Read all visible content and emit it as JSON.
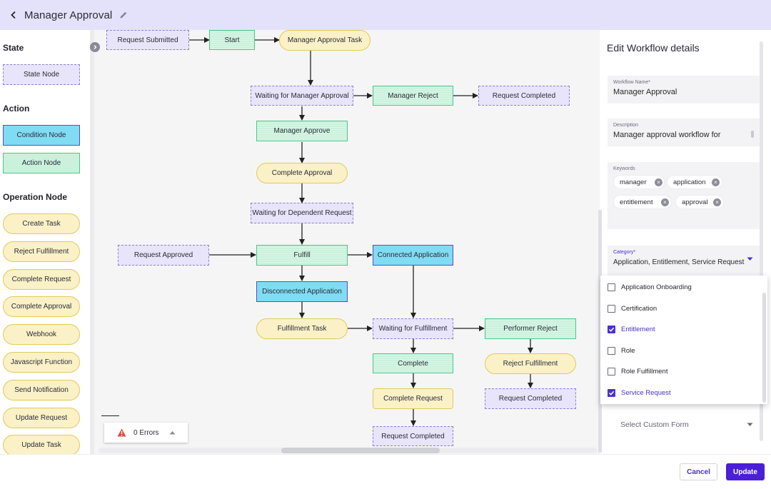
{
  "header": {
    "title": "Manager Approval"
  },
  "palette": {
    "state_title": "State",
    "state_node": "State Node",
    "action_title": "Action",
    "condition_node": "Condition Node",
    "action_node": "Action Node",
    "operation_title": "Operation Node",
    "operations": [
      "Create Task",
      "Reject Fulfillment",
      "Complete Request",
      "Complete Approval",
      "Webhook",
      "Javascript Function",
      "Send Notification",
      "Update Request",
      "Update Task"
    ]
  },
  "nodes": {
    "request_submitted": "Request Submitted",
    "start": "Start",
    "manager_approval_task": "Manager Approval Task",
    "waiting_manager_approval": "Waiting for Manager Approval",
    "manager_reject": "Manager Reject",
    "request_completed_1": "Request Completed",
    "manager_approve": "Manager Approve",
    "complete_approval": "Complete Approval",
    "waiting_dependent": "Waiting for Dependent Request",
    "request_approved": "Request Approved",
    "fulfill": "Fulfill",
    "connected_application": "Connected Application",
    "disconnected_application": "Disconnected Application",
    "fulfillment_task": "Fulfillment Task",
    "waiting_fulfillment": "Waiting for Fulfillment",
    "performer_reject": "Performer Reject",
    "complete": "Complete",
    "reject_fulfillment": "Reject Fulfillment",
    "complete_request": "Complete Request",
    "request_completed_2": "Request Completed",
    "request_completed_3": "Request Completed"
  },
  "errors": {
    "label": "0 Errors"
  },
  "details": {
    "title": "Edit Workflow details",
    "name_label": "Workflow Name*",
    "name_value": "Manager Approval",
    "desc_label": "Description",
    "desc_value": "Manager approval workflow for",
    "keywords_label": "Keywords",
    "keywords": [
      "manager",
      "application",
      "entitlement",
      "approval"
    ],
    "category_label": "Category*",
    "category_value": "Application, Entitlement, Service Request",
    "category_options": [
      {
        "label": "Application Onboarding",
        "checked": false
      },
      {
        "label": "Certification",
        "checked": false
      },
      {
        "label": "Entitlement",
        "checked": true
      },
      {
        "label": "Role",
        "checked": false
      },
      {
        "label": "Role Fulfillment",
        "checked": false
      },
      {
        "label": "Service Request",
        "checked": true
      }
    ],
    "custom_form_placeholder": "Select Custom Form"
  },
  "footer": {
    "cancel_label": "Cancel",
    "update_label": "Update"
  },
  "colors": {
    "accent": "#4b1fd6",
    "header_bg": "#e4e1fa",
    "state": "#e8e4fa",
    "action": "#c9f1dc",
    "condition": "#7fdcf3",
    "operation": "#fbf1c7"
  }
}
